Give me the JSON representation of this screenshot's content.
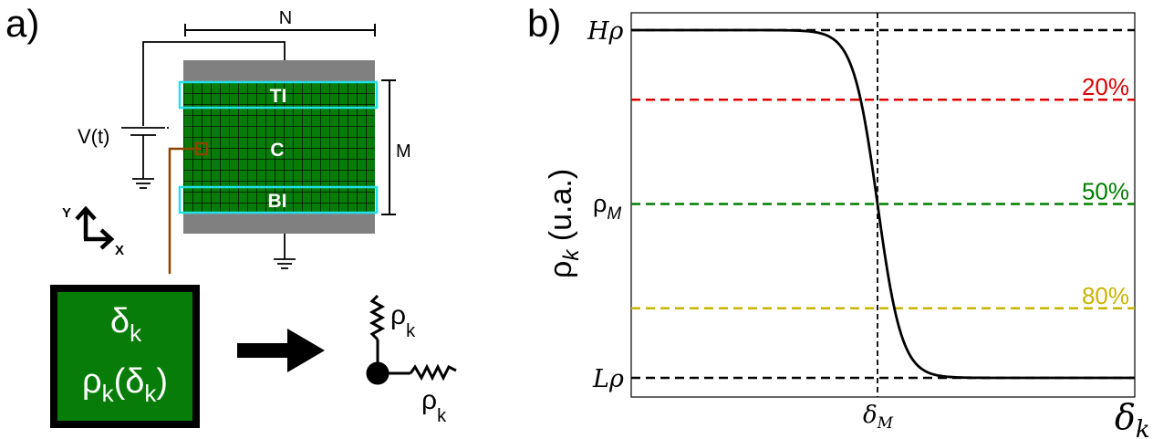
{
  "panel_a": {
    "label": "a)",
    "dim_n": "N",
    "dim_m": "M",
    "voltage": "V(t)",
    "region_top": "TI",
    "region_center": "C",
    "region_bottom": "BI",
    "axis_y": "Y",
    "axis_x": "X",
    "box_line1": "δk",
    "box_line1_base": "δ",
    "box_line1_sub": "k",
    "box_line2": "ρk(δk)",
    "box_line2_base1": "ρ",
    "box_line2_sub1": "k",
    "box_line2_mid": "(δ",
    "box_line2_sub2": "k",
    "box_line2_end": ")",
    "spring_top_base": "ρ",
    "spring_top_sub": "k",
    "spring_right_base": "ρ",
    "spring_right_sub": "k",
    "colors": {
      "grid_green": "#087c08",
      "frame_gray": "#808080",
      "cyan": "#22e0e8",
      "probe_brown": "#8b4500",
      "box_green": "#087c08"
    }
  },
  "panel_b": {
    "label": "b)",
    "chart_data": {
      "type": "line",
      "xlabel": "δk",
      "ylabel": "ρk (u.a.)",
      "x_ticks": [
        "δM"
      ],
      "y_ticks": [
        "Hρ",
        "ρM",
        "Lρ"
      ],
      "curve": "sigmoid decreasing from Hρ to Lρ, centered at δM",
      "reference_lines": [
        {
          "label": "Hρ",
          "color": "#000000",
          "level": 1.0
        },
        {
          "label": "20%",
          "color": "#dd0000",
          "level": 0.8
        },
        {
          "label": "50%",
          "color": "#007f00",
          "level": 0.5
        },
        {
          "label": "80%",
          "color": "#c8b400",
          "level": 0.2
        },
        {
          "label": "Lρ",
          "color": "#000000",
          "level": 0.0
        }
      ],
      "xlabel_parts": {
        "base": "δ",
        "sub": "k"
      },
      "ylabel_parts": {
        "base": "ρ",
        "sub": "k",
        "rest": " (u.a.)"
      },
      "tick_h": {
        "base": "H",
        "rho": "ρ"
      },
      "tick_m": {
        "base": "ρ",
        "sub": "M"
      },
      "tick_l": {
        "base": "L",
        "rho": "ρ"
      },
      "tick_x": {
        "base": "δ",
        "sub": "M"
      }
    }
  }
}
